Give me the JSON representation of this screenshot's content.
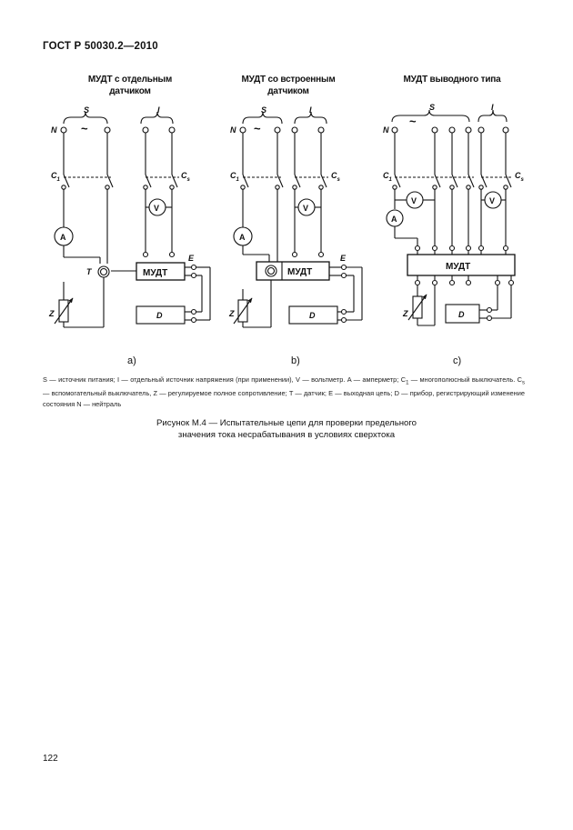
{
  "header": {
    "standard": "ГОСТ Р 50030.2—2010"
  },
  "captions": {
    "a_line1": "МУДТ с отдельным",
    "a_line2": "датчиком",
    "b_line1": "МУДТ со встроенным",
    "b_line2": "датчиком",
    "c_line1": "МУДТ выводного типа"
  },
  "symbols": {
    "S": "S",
    "I": "I",
    "N": "N",
    "tilde": "~",
    "C1": "C",
    "C1_sub": "1",
    "Cs": "C",
    "Cs_sub": "s",
    "A": "A",
    "V": "V",
    "T": "T",
    "Z": "Z",
    "E": "E",
    "D": "D",
    "device": "МУДТ"
  },
  "panel_labels": {
    "a": "a)",
    "b": "b)",
    "c": "c)"
  },
  "legend": {
    "p1": "S — источник питания; I — отдельный источник напряжения (при применении), V — вольтметр. A — амперметр; C",
    "s1": "1",
    "p2": " — многополюсный выключатель. C",
    "s2": "s",
    "p3": " — вспомогательный выключатель, Z — регулируемое полное сопротивление; T — датчик; E — выходная цепь; D — прибор, регистрирующий изменение состояния  N — нейтраль"
  },
  "figure_title": {
    "line1": "Рисунок М.4 — Испытательные цепи для проверки предельного",
    "line2": "значения тока несрабатывания в условиях сверхтока"
  },
  "page_number": "122"
}
